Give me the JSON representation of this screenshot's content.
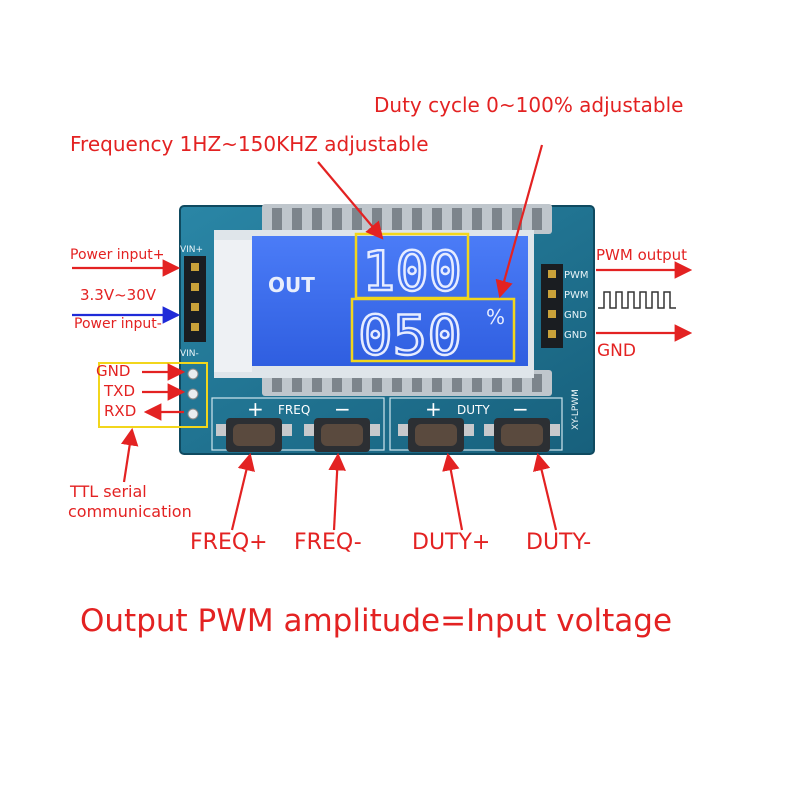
{
  "annotations": {
    "duty_range": "Duty cycle 0~100% adjustable",
    "freq_range": "Frequency 1HZ~150KHZ adjustable",
    "power_positive": "Power input+",
    "voltage_range": "3.3V~30V",
    "power_negative": "Power input-",
    "serial_gnd": "GND",
    "serial_txd": "TXD",
    "serial_rxd": "RXD",
    "ttl_line1": "TTL serial",
    "ttl_line2": "communication",
    "pwm_output": "PWM output",
    "gnd_output": "GND",
    "freq_plus": "FREQ+",
    "freq_minus": "FREQ-",
    "duty_plus": "DUTY+",
    "duty_minus": "DUTY-",
    "footer": "Output PWM amplitude=Input voltage"
  },
  "board": {
    "vin_plus": "VIN+",
    "vin_minus": "VIN-",
    "model": "XY-LPWM",
    "freq_group": "FREQ",
    "duty_group": "DUTY",
    "plus_sign": "+",
    "minus_sign": "−",
    "right_pins": [
      "PWM",
      "PWM",
      "GND",
      "GND"
    ]
  },
  "lcd": {
    "out_label": "OUT",
    "frequency_display": "100",
    "duty_display": "050",
    "percent_sign": "%"
  },
  "colors": {
    "annotation_red": "#e32222",
    "annotation_blue": "#1f2bd8",
    "pcb": "#1d6f8c",
    "lcd_background": "#3f6ff0",
    "highlight_box": "#f2d61c"
  }
}
